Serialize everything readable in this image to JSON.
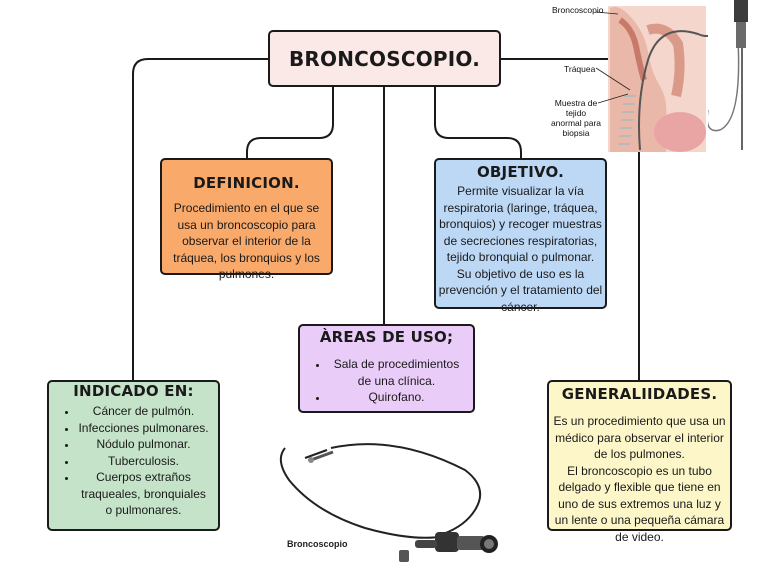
{
  "title": "BRONCOSCOPIO.",
  "definicion": {
    "title": "DEFINICION.",
    "body": "Procedimiento en el que se usa un broncoscopio para observar el interior de la tráquea, los bronquios y los pulmones."
  },
  "objetivo": {
    "title": "OBJETIVO.",
    "body1": "Permite visualizar la vía respiratoria (laringe, tráquea, bronquios) y recoger muestras de secreciones respiratorias, tejido bronquial o pulmonar.",
    "body2": "Su objetivo de uso es la prevención y el tratamiento del cáncer."
  },
  "areas": {
    "title": "ÀREAS DE USO;",
    "items": [
      "Sala de procedimientos de una clínica.",
      "Quirofano."
    ]
  },
  "indicado": {
    "title": "INDICADO EN:",
    "items": [
      "Cáncer de pulmón.",
      "Infecciones pulmonares.",
      "Nódulo pulmonar.",
      "Tuberculosis.",
      "Cuerpos extraños traqueales, bronquiales o pulmonares."
    ]
  },
  "generalidades": {
    "title": "GENERALIIDADES.",
    "body1": "Es un procedimiento que usa un médico para observar el interior de los pulmones.",
    "body2": "El broncoscopio es un tubo delgado y flexible que tiene en uno de sus extremos una luz y un lente o una pequeña cámara de video."
  },
  "anatomy": {
    "label_scope": "Broncoscopio",
    "label_trachea": "Tráquea",
    "label_biopsy": "Muestra de tejido anormal para biopsia"
  },
  "device_caption": "Broncoscopio",
  "colors": {
    "main": "#fbe9e7",
    "definicion": "#f9a96a",
    "objetivo": "#bcd8f5",
    "areas": "#e9ccf8",
    "indicado": "#c4e3c9",
    "generalidades": "#fdf6c8"
  }
}
